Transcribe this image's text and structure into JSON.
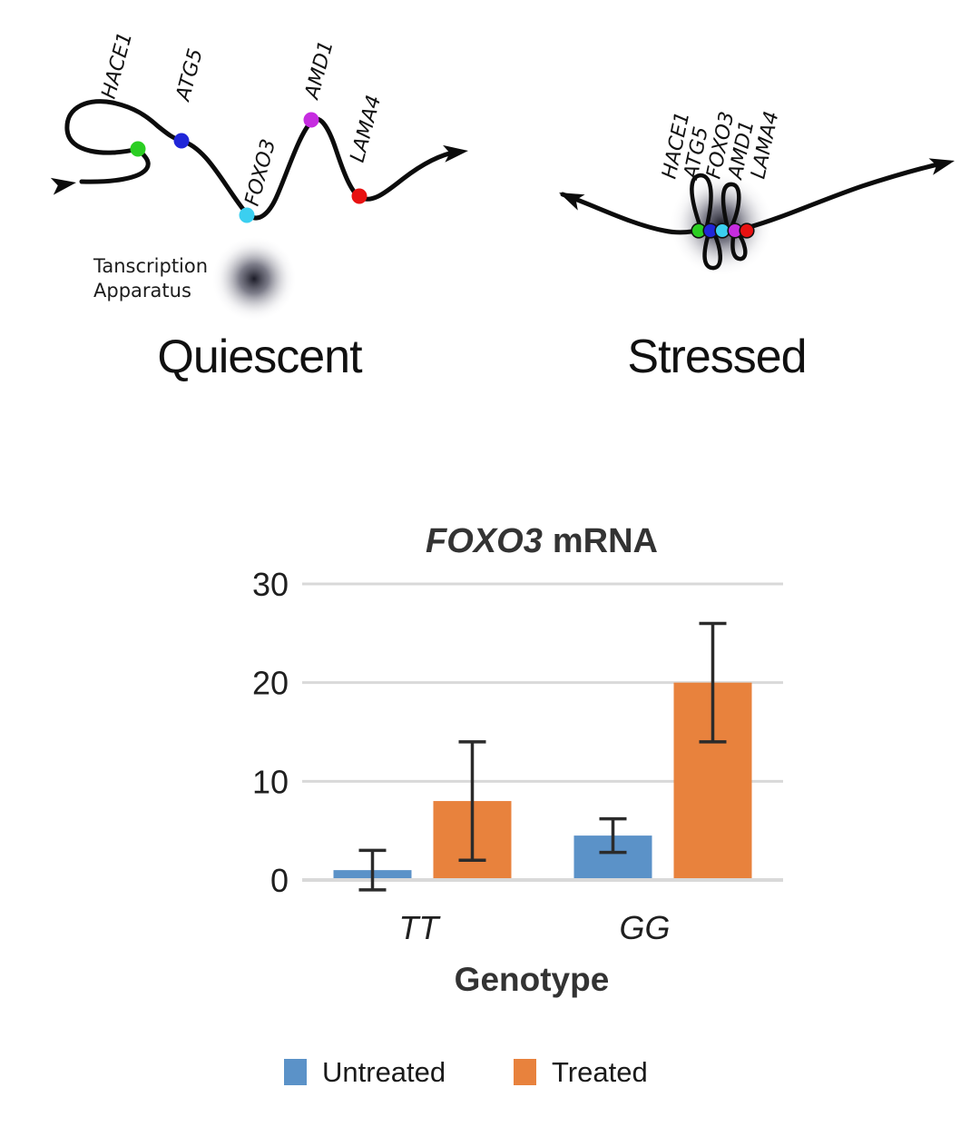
{
  "figure": {
    "quiescent_title": "Quiescent",
    "stressed_title": "Stressed",
    "genes": [
      "HACE1",
      "ATG5",
      "FOXO3",
      "AMD1",
      "LAMA4"
    ],
    "dot_colors": [
      "#2bce22",
      "#2026d8",
      "#3bcff0",
      "#c62ce0",
      "#e81111"
    ],
    "apparatus_label_line1": "Tanscription",
    "apparatus_label_line2": "Apparatus"
  },
  "chart_data": {
    "type": "bar",
    "title": "FOXO3 mRNA",
    "title_gene": "FOXO3",
    "title_suffix": "mRNA",
    "xlabel": "Genotype",
    "ylabel": "",
    "categories": [
      "TT",
      "GG"
    ],
    "series": [
      {
        "name": "Untreated",
        "color": "#5b92c8",
        "values": [
          1,
          4.5
        ],
        "errors": [
          2,
          1.7
        ]
      },
      {
        "name": "Treated",
        "color": "#e8823d",
        "values": [
          8,
          20
        ],
        "errors": [
          6,
          6
        ]
      }
    ],
    "ylim": [
      0,
      30
    ],
    "yticks": [
      0,
      10,
      20,
      30
    ],
    "grid": true,
    "gridline_color": "#d9d9d9",
    "error_bar_color": "#2b2b2b",
    "text_color": "#1f1f1f",
    "title_color": "#333333",
    "legend_position": "bottom"
  }
}
